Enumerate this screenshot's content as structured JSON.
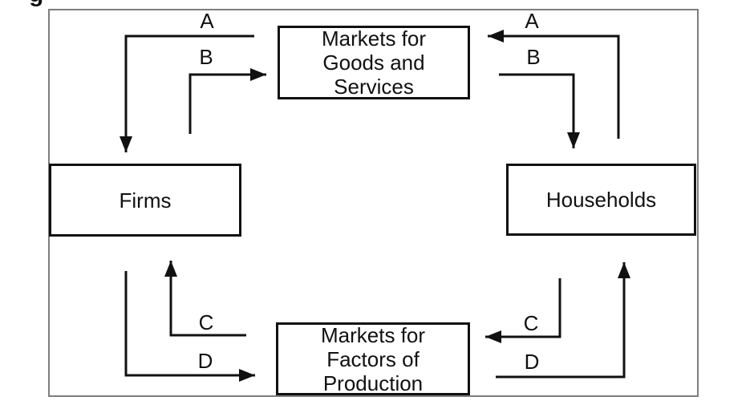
{
  "page": {
    "background": "#ffffff",
    "cropped_text_fragment": "g"
  },
  "diagram": {
    "type": "circular-flow-diagram",
    "outer_border_color": "#7e7e7e",
    "line_color": "#111111",
    "boxes": {
      "markets_goods": {
        "line1": "Markets for",
        "line2": "Goods and",
        "line3": "Services"
      },
      "firms": {
        "label": "Firms"
      },
      "households": {
        "label": "Households"
      },
      "markets_factors": {
        "line1": "Markets for",
        "line2": "Factors of",
        "line3": "Production"
      }
    },
    "flow_labels": {
      "top_left_a": "A",
      "top_left_b": "B",
      "top_right_a": "A",
      "top_right_b": "B",
      "bottom_left_c": "C",
      "bottom_left_d": "D",
      "bottom_right_c": "C",
      "bottom_right_d": "D"
    }
  }
}
